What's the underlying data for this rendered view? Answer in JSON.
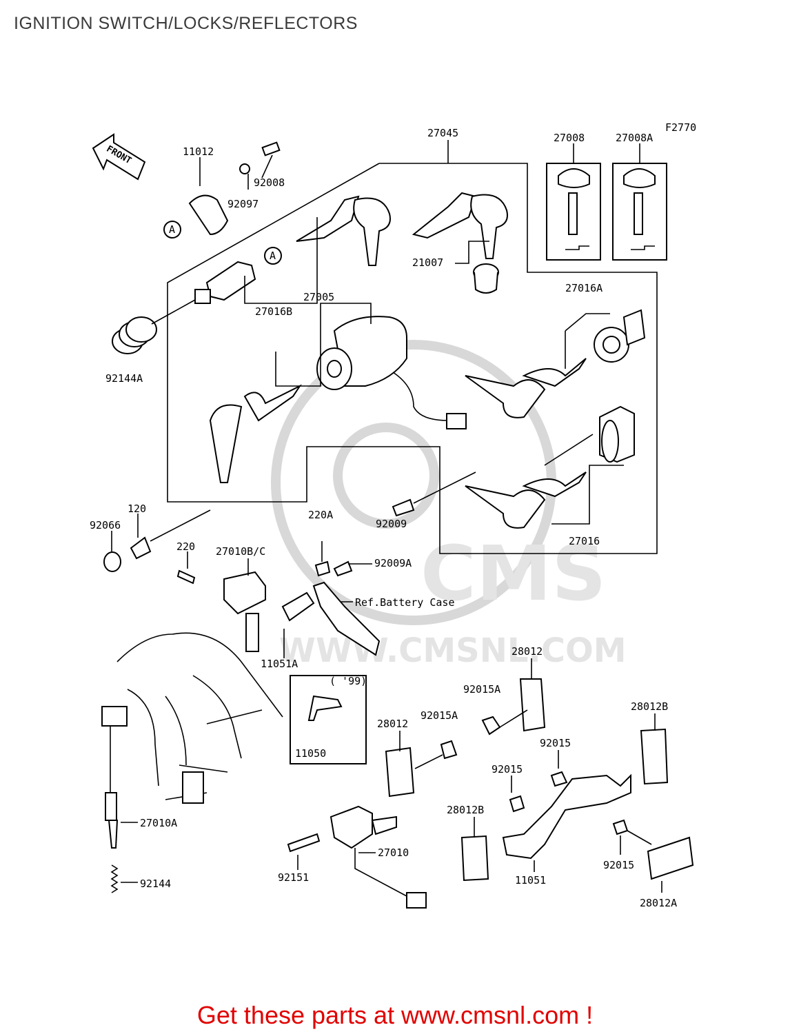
{
  "title": "IGNITION SWITCH/LOCKS/REFLECTORS",
  "footer": "Get these parts at www.cmsnl.com !",
  "diagram": {
    "figure_code": "F2770",
    "front_label": "FRONT",
    "watermark_text": "CMS",
    "watermark_url": "WWW.CMSNL.COM",
    "ref_note": "Ref.Battery Case",
    "year_note": "( '99)",
    "callouts": {
      "p27045": "27045",
      "p27008": "27008",
      "p27008A": "27008A",
      "p11012": "11012",
      "p92008": "92008",
      "p92097": "92097",
      "p21007": "21007",
      "p27016A": "27016A",
      "p27016B": "27016B",
      "p27005": "27005",
      "p92144A": "92144A",
      "p120": "120",
      "p92066": "92066",
      "p220A": "220A",
      "p92009": "92009",
      "p27016": "27016",
      "p220": "220",
      "p27010BC": "27010B/C",
      "p92009A": "92009A",
      "p11051A": "11051A",
      "p28012_a": "28012",
      "p92015A_a": "92015A",
      "p28012B_a": "28012B",
      "p28012_b": "28012",
      "p92015A_b": "92015A",
      "p92015_a": "92015",
      "p11050": "11050",
      "p92015_b": "92015",
      "p28012B_b": "28012B",
      "p27010A": "27010A",
      "p27010": "27010",
      "p92151": "92151",
      "p11051": "11051",
      "p92015_c": "92015",
      "p28012A": "28012A",
      "p92144": "92144",
      "markA": "A"
    }
  }
}
